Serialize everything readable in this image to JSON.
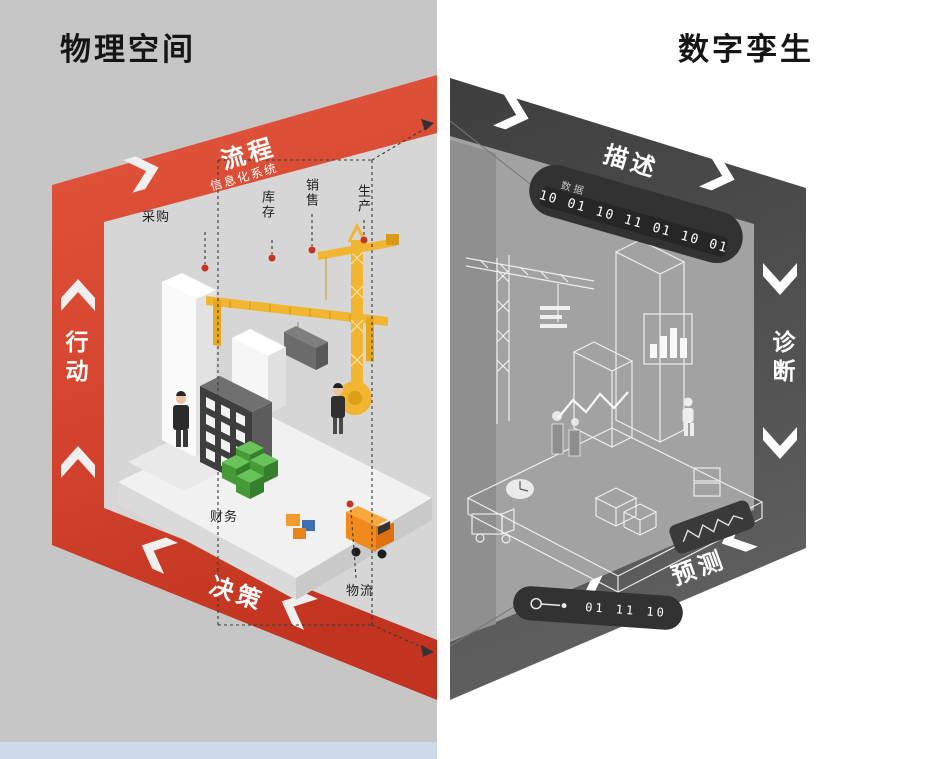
{
  "titles": {
    "physical": "物理空间",
    "digital": "数字孪生"
  },
  "physical": {
    "edges": {
      "top": "流程",
      "left": "行动",
      "bottom": "决策"
    },
    "system": "信息化系统",
    "annotations": {
      "procurement": "采购",
      "inventory": "库存",
      "sales": "销售",
      "production": "生产",
      "finance": "财务",
      "logistics": "物流"
    }
  },
  "digital": {
    "edges": {
      "top": "描述",
      "right": "诊断",
      "bottom": "预测"
    },
    "data_label": "数据",
    "binary_top": "10 01 10 11 01 10 01",
    "binary_bottom": "01 11 10"
  },
  "colors": {
    "physical_band": "#d4402a",
    "digital_band": "#4a4a4a",
    "left_background": "#c6c6c6",
    "right_background": "#ffffff",
    "accent_dot": "#c63522",
    "crane_yellow": "#f1b531"
  }
}
